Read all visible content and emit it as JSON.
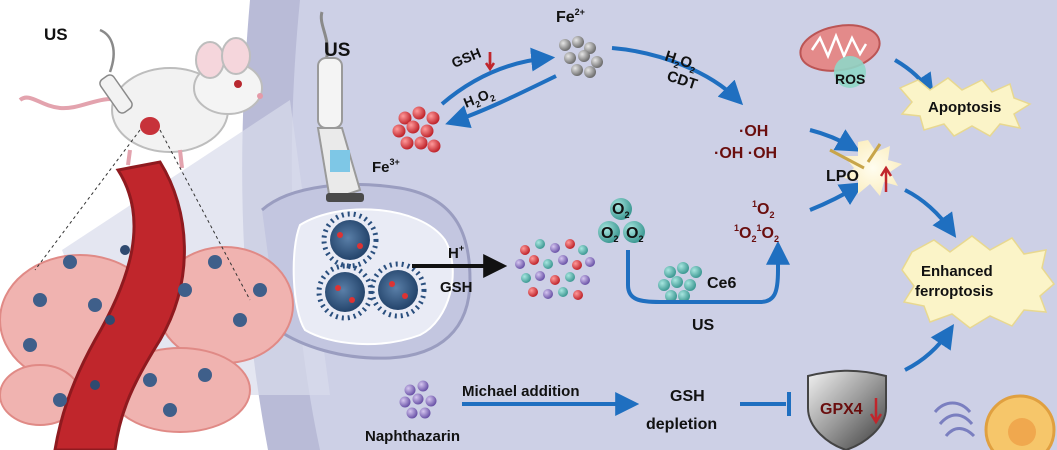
{
  "labels": {
    "us_mouse": "US",
    "us_cell": "US",
    "fe2": {
      "base": "Fe",
      "sup": "2+"
    },
    "fe3": {
      "base": "Fe",
      "sup": "3+"
    },
    "gsh_top": "GSH",
    "h2o2_left": {
      "a": "H",
      "sub1": "2",
      "b": "O",
      "sub2": "2"
    },
    "h2o2_cdt": {
      "a": "H",
      "sub1": "2",
      "b": "O",
      "sub2": "2"
    },
    "cdt": "CDT",
    "oh_line1": "·OH",
    "oh_line2": "·OH ·OH",
    "ros": "ROS",
    "apoptosis": "Apoptosis",
    "lpo": "LPO",
    "o2": {
      "base": "O",
      "sub": "2"
    },
    "singlet_o2": {
      "sup": "1",
      "base": "O",
      "sub": "2"
    },
    "ce6": "Ce6",
    "us_sdt": "US",
    "h_plus": {
      "base": "H",
      "sup": "+"
    },
    "gsh_trigger": "GSH",
    "enhanced_ferroptosis_1": "Enhanced",
    "enhanced_ferroptosis_2": "ferroptosis",
    "michael_addition": "Michael addition",
    "naphthazarin": "Naphthazarin",
    "gsh_depletion_1": "GSH",
    "gsh_depletion_2": "depletion",
    "gpx4": "GPX4"
  },
  "colors": {
    "arrow_blue": "#1f6fc0",
    "indicator_red": "#c0262c",
    "radical_text": "#6a0e0e",
    "cell_background": "#cdd0e6",
    "burst_fill": "#fbf4c8"
  },
  "icons": [
    "ultrasound-probe-icon",
    "mitochondrion-icon",
    "gpx4-shield-icon"
  ]
}
